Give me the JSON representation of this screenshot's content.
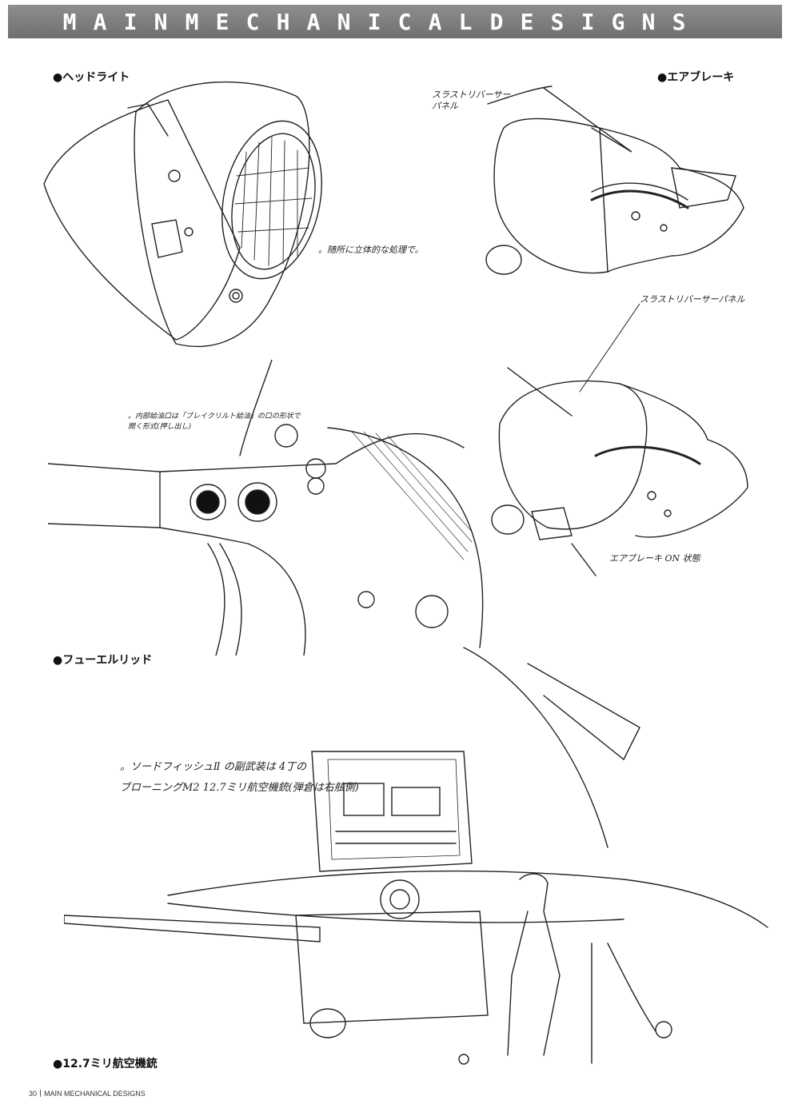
{
  "header": {
    "title": "MAIN MECHANICAL DESIGNS"
  },
  "sections": {
    "headlight": {
      "label": "●ヘッドライト",
      "note": "。随所に立体的な処理で。"
    },
    "airbrake": {
      "label": "●エアブレーキ",
      "note_panel_top": "スラストリバーサー\nパネル",
      "note_panel_bottom": "スラストリバーサーパネル",
      "note_state": "エアブレーキ ON 状態"
    },
    "fuel_lid": {
      "label": "●フューエルリッド",
      "note": "。内部給油口は「ブレイクリルト給油」の口の形状で\n開く形式(押し出し)"
    },
    "machine_gun": {
      "label": "●12.7ミリ航空機銃",
      "note_line1": "。ソードフィッシュⅡ の副武装は 4丁の",
      "note_line2": "ブローニングM2 12.7ミリ航空機銃(弾倉は右舷側)"
    }
  },
  "footer": {
    "page_number": "30",
    "title": "MAIN MECHANICAL DESIGNS"
  }
}
